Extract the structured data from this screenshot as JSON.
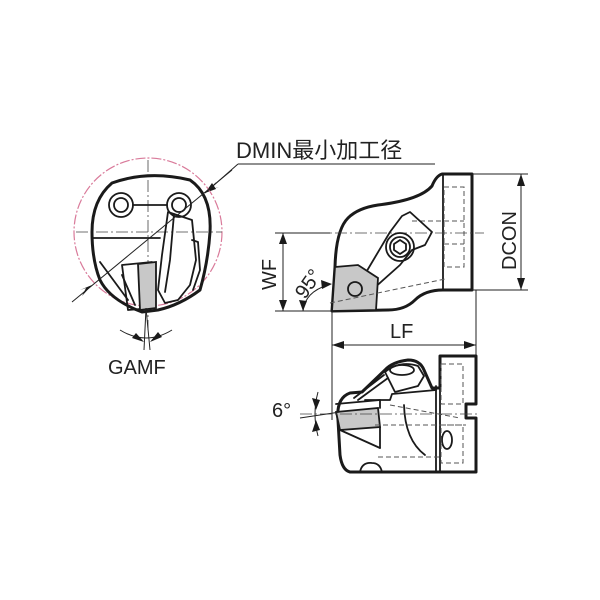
{
  "drawing": {
    "title_callout": "DMIN最小加工径",
    "labels": {
      "gamf": "GAMF",
      "wf": "WF",
      "angle_lead": "95°",
      "dcon": "DCON",
      "lf": "LF",
      "angle_incl": "6°"
    },
    "colors": {
      "line": "#1a1a1a",
      "insert_fill": "#c8c8c8",
      "dmin_circle": "#d97a9a",
      "background": "#ffffff"
    },
    "views": [
      {
        "name": "end-view",
        "description": "Front end view with minimum bore circle"
      },
      {
        "name": "top-view",
        "description": "Plan view with WF, 95° lead angle, DCON and LF dimensions"
      },
      {
        "name": "side-view",
        "description": "Side elevation with 6° inclination"
      }
    ]
  }
}
